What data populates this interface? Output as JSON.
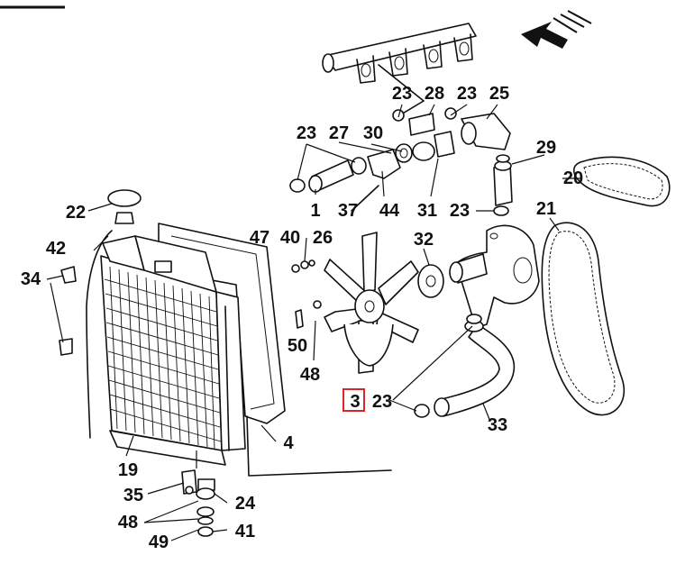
{
  "diagram": {
    "labels": [
      "23",
      "28",
      "23",
      "25",
      "23",
      "27",
      "30",
      "29",
      "20",
      "1",
      "37",
      "44",
      "31",
      "23",
      "21",
      "22",
      "42",
      "47",
      "40",
      "26",
      "32",
      "34",
      "50",
      "48",
      "3",
      "23",
      "4",
      "33",
      "19",
      "35",
      "24",
      "48",
      "41",
      "49"
    ],
    "highlighted_label": "3",
    "flow_arrow_icon": "direction-arrow-icon"
  }
}
